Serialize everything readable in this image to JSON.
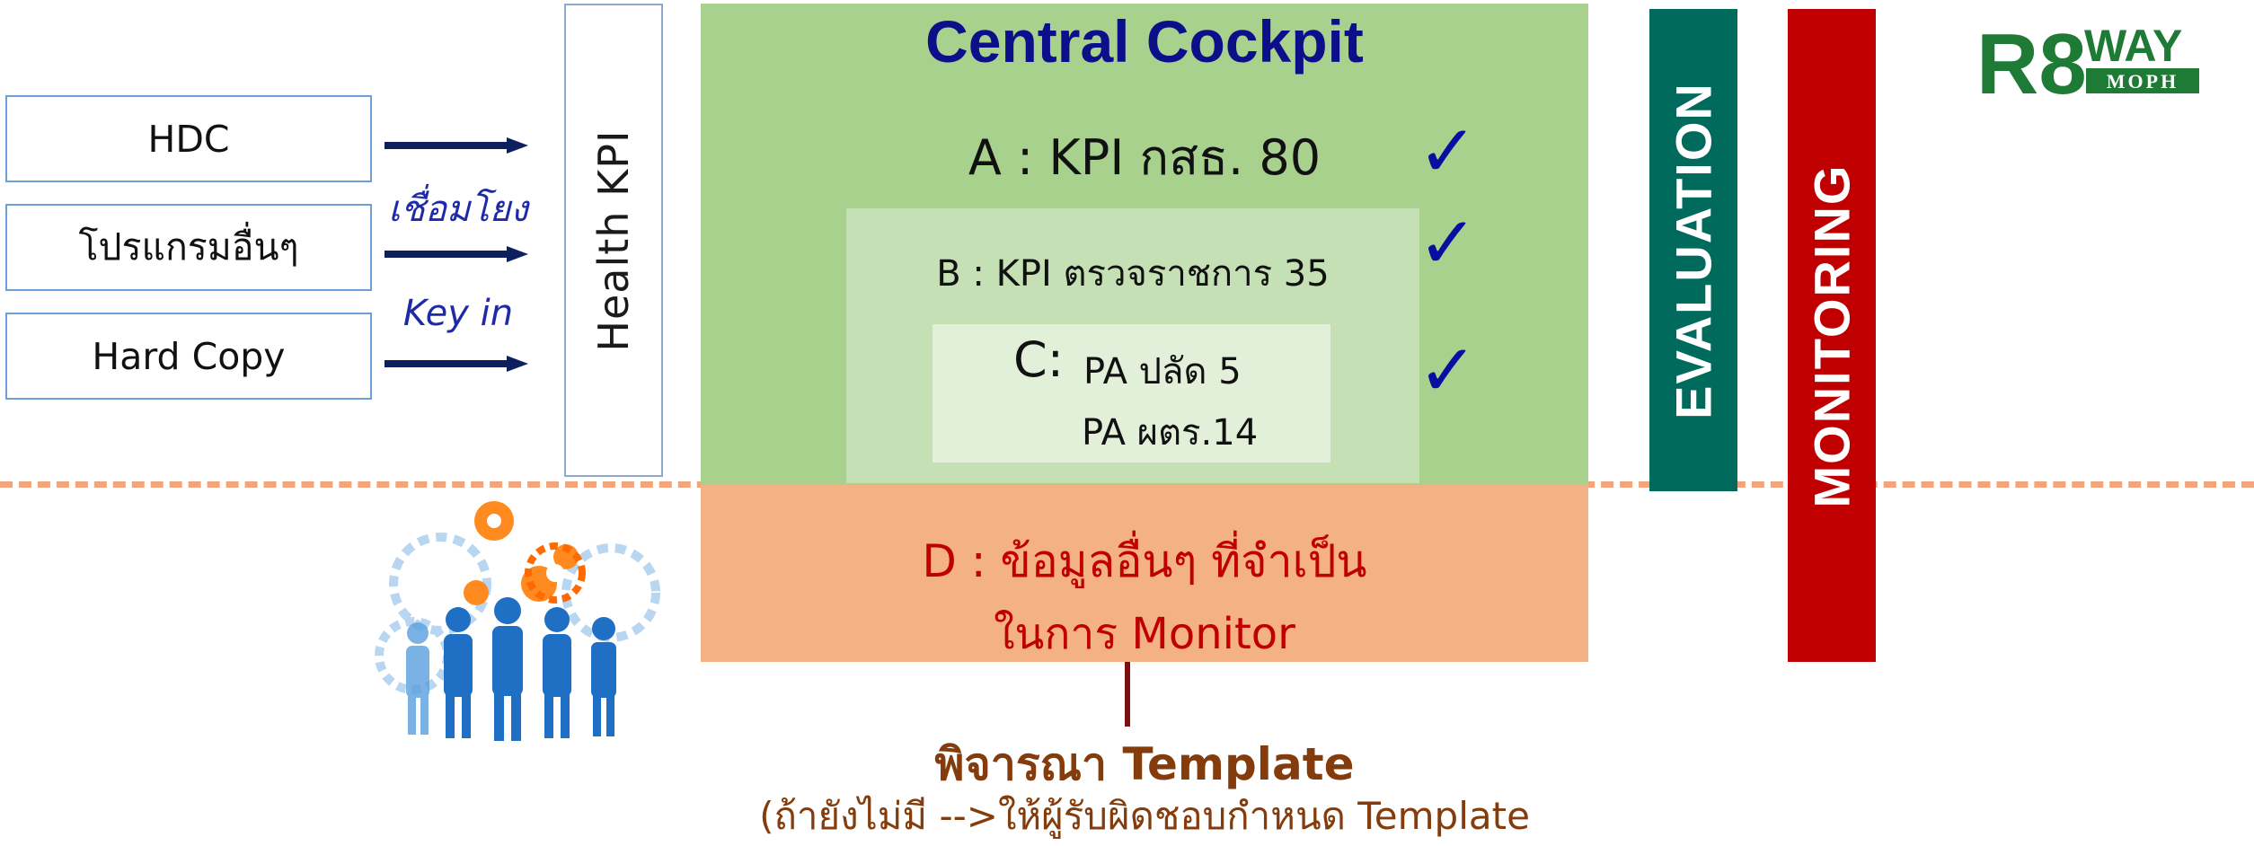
{
  "sources": {
    "hdc": "HDC",
    "other_programs": "โปรแกรมอื่นๆ",
    "hard_copy": "Hard Copy"
  },
  "links": {
    "connect": "เชื่อมโยง",
    "key_in": "Key in"
  },
  "health_kpi": "Health KPI",
  "cockpit": {
    "title": "Central Cockpit",
    "a": "A : KPI กสธ. 80",
    "b": "B : KPI ตรวจราชการ 35",
    "c_letter": "C:",
    "c_line1": "PA ปลัด 5",
    "c_line2": "PA ผตร.14",
    "check_icon": "✓"
  },
  "d": {
    "line1": "D :  ข้อมูลอื่นๆ ที่จำเป็น",
    "line2": "ในการ Monitor"
  },
  "consider": {
    "title": "พิจารณา Template",
    "note": "(ถ้ายังไม่มี -->ให้ผู้รับผิดชอบกำหนด Template"
  },
  "bars": {
    "evaluation": "EVALUATION",
    "monitoring": "MONITORING"
  },
  "logo": {
    "text": "R8",
    "way": "WAY",
    "moph": "MOPH"
  },
  "colors": {
    "cockpit_green": "#a9d18e",
    "b_green": "#c5e0b4",
    "c_green": "#e2f0d9",
    "d_orange": "#f4b183",
    "evaluation_teal": "#006a5c",
    "monitoring_red": "#c00000",
    "arrow_navy": "#0d1f5c",
    "logo_green": "#1e7a34"
  }
}
